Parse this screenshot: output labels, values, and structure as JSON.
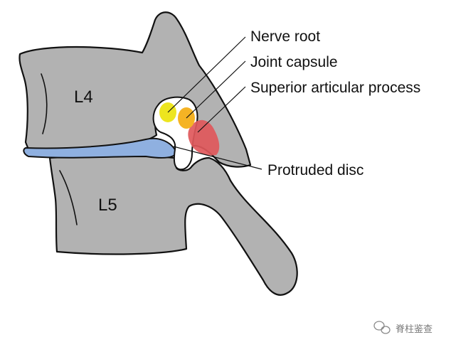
{
  "vertebrae": {
    "upper": "L4",
    "lower": "L5"
  },
  "labels": {
    "nerve_root": "Nerve root",
    "joint_capsule": "Joint capsule",
    "superior_articular_process": "Superior articular process",
    "protruded_disc": "Protruded disc"
  },
  "watermark": {
    "text": "脊柱鉴查"
  },
  "colors": {
    "bone": "#b2b2b2",
    "disc": "#8fb0e0",
    "nerve_root": "#ede51f",
    "joint_capsule": "#f5b324",
    "superior_articular_process": "#e0585b",
    "outline": "#111111"
  }
}
